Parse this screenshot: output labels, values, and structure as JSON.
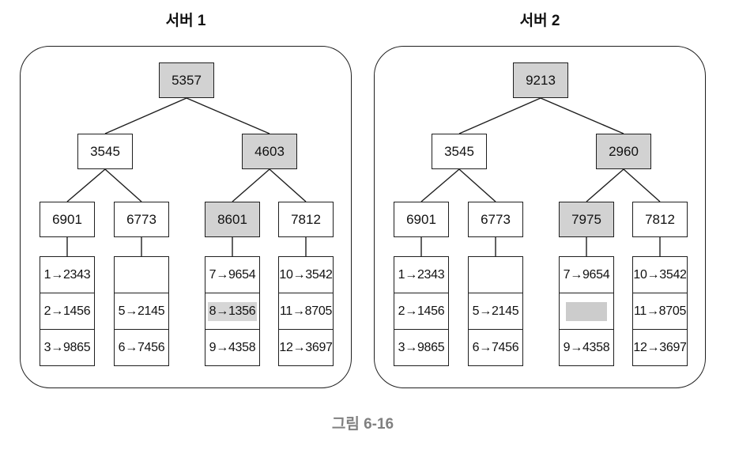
{
  "figure": {
    "caption": "그림 6-16"
  },
  "colors": {
    "line": "#1f1f1f",
    "node_fill": "#ffffff",
    "node_highlight_fill": "#d2d2d2",
    "text_highlight_bg": "#d6d6d6",
    "empty_bar_fill": "#cccccc",
    "caption_text": "#808080"
  },
  "servers": [
    {
      "title": "서버 1",
      "root": {
        "label": "5357",
        "highlighted": true
      },
      "level2": [
        {
          "label": "3545",
          "highlighted": false
        },
        {
          "label": "4603",
          "highlighted": true
        }
      ],
      "level3": [
        {
          "label": "6901",
          "highlighted": false
        },
        {
          "label": "6773",
          "highlighted": false
        },
        {
          "label": "8601",
          "highlighted": true
        },
        {
          "label": "7812",
          "highlighted": false
        }
      ],
      "lists": [
        {
          "cells": [
            {
              "text": "1→2343"
            },
            {
              "text": "2→1456"
            },
            {
              "text": "3→9865"
            }
          ]
        },
        {
          "cells": [
            {
              "text": ""
            },
            {
              "text": "5→2145"
            },
            {
              "text": "6→7456"
            }
          ]
        },
        {
          "cells": [
            {
              "text": "7→9654"
            },
            {
              "text": "8→1356",
              "text_highlighted": true
            },
            {
              "text": "9→4358"
            }
          ]
        },
        {
          "cells": [
            {
              "text": "10→3542"
            },
            {
              "text": "11→8705"
            },
            {
              "text": "12→3697"
            }
          ]
        }
      ]
    },
    {
      "title": "서버 2",
      "root": {
        "label": "9213",
        "highlighted": true
      },
      "level2": [
        {
          "label": "3545",
          "highlighted": false
        },
        {
          "label": "2960",
          "highlighted": true
        }
      ],
      "level3": [
        {
          "label": "6901",
          "highlighted": false
        },
        {
          "label": "6773",
          "highlighted": false
        },
        {
          "label": "7975",
          "highlighted": true
        },
        {
          "label": "7812",
          "highlighted": false
        }
      ],
      "lists": [
        {
          "cells": [
            {
              "text": "1→2343"
            },
            {
              "text": "2→1456"
            },
            {
              "text": "3→9865"
            }
          ]
        },
        {
          "cells": [
            {
              "text": ""
            },
            {
              "text": "5→2145"
            },
            {
              "text": "6→7456"
            }
          ]
        },
        {
          "cells": [
            {
              "text": "7→9654"
            },
            {
              "text": "",
              "empty_bar": true
            },
            {
              "text": "9→4358"
            }
          ]
        },
        {
          "cells": [
            {
              "text": "10→3542"
            },
            {
              "text": "11→8705"
            },
            {
              "text": "12→3697"
            }
          ]
        }
      ]
    }
  ]
}
